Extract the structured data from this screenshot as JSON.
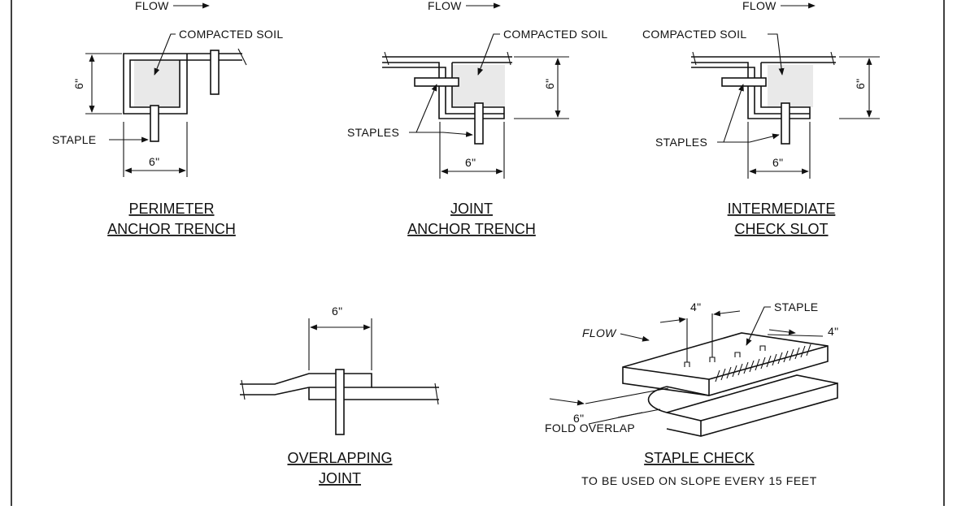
{
  "labels": {
    "flow": "FLOW",
    "flow_italic": "FLOW",
    "compacted_soil": "COMPACTED SOIL",
    "staple": "STAPLE",
    "staples": "STAPLES",
    "six_inch": "6\"",
    "four_inch": "4\"",
    "fold_overlap": "FOLD OVERLAP"
  },
  "details": {
    "perimeter": {
      "title_line1": "PERIMETER",
      "title_line2": "ANCHOR TRENCH"
    },
    "joint_anchor": {
      "title_line1": "JOINT",
      "title_line2": "ANCHOR TRENCH"
    },
    "intermediate": {
      "title_line1": "INTERMEDIATE",
      "title_line2": "CHECK SLOT"
    },
    "overlapping": {
      "title_line1": "OVERLAPPING",
      "title_line2": "JOINT"
    },
    "staple_check": {
      "title": "STAPLE CHECK",
      "note": "TO BE USED ON SLOPE EVERY 15 FEET"
    }
  }
}
